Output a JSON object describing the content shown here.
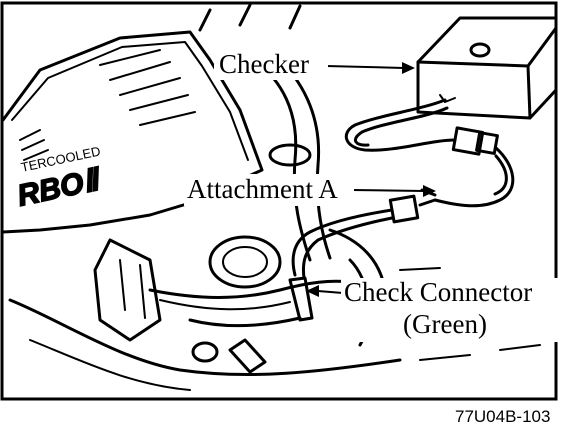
{
  "labels": {
    "checker": "Checker",
    "attachment": "Attachment A",
    "check_connector_line1": "Check Connector",
    "check_connector_line2": "(Green)"
  },
  "engine_cover": {
    "line1": "TERCOOLED",
    "line2": "RBOⅡ"
  },
  "figure_code": "77U04B-103",
  "colors": {
    "ink": "#000000",
    "paper": "#ffffff"
  }
}
